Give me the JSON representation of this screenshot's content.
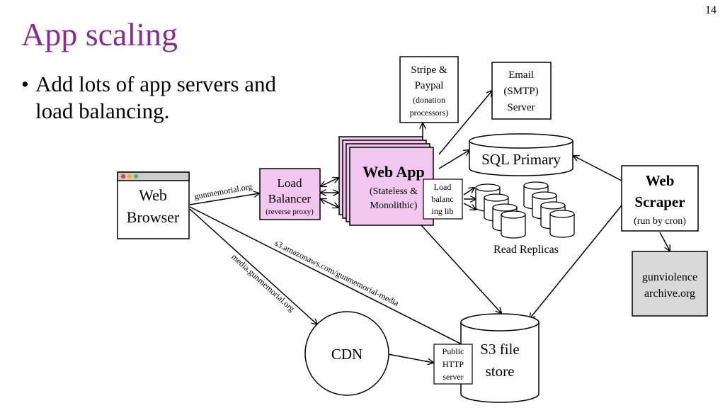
{
  "slide": {
    "title": "App scaling",
    "page_number": "14",
    "bullet": "Add lots of app servers and load balancing."
  },
  "diagram": {
    "web_browser": {
      "line1": "Web",
      "line2": "Browser",
      "dot_colors": [
        "#e0453a",
        "#e8b32a",
        "#5cb85c"
      ]
    },
    "load_balancer": {
      "line1": "Load",
      "line2": "Balancer",
      "line3": "(reverse proxy)",
      "fill": "#f1c7f0"
    },
    "web_app": {
      "title": "Web App",
      "line2": "(Stateless &",
      "line3": "Monolithic)",
      "fill": "#f1c7f0"
    },
    "load_balancing_lib": {
      "line1": "Load",
      "line2": "balanc",
      "line3": "ing lib"
    },
    "stripe": {
      "line1": "Stripe &",
      "line2": "Paypal",
      "line3": "(donation",
      "line4": "processors)"
    },
    "email": {
      "line1": "Email",
      "line2": "(SMTP)",
      "line3": "Server"
    },
    "sql_primary": {
      "label": "SQL Primary"
    },
    "read_replicas": {
      "label": "Read Replicas"
    },
    "web_scraper": {
      "line1": "Web",
      "line2": "Scraper",
      "line3": "(run by cron)"
    },
    "gunviolence": {
      "line1": "gunviolence",
      "line2": "archive.org",
      "fill": "#d9d9d9"
    },
    "cdn": {
      "label": "CDN"
    },
    "public_http": {
      "line1": "Public",
      "line2": "HTTP",
      "line3": "server"
    },
    "s3": {
      "line1": "S3 file",
      "line2": "store"
    },
    "edge_labels": {
      "gunmemorial": "gunmemorial.org",
      "s3_url": "s3.amazonaws.com/gunmemorial-media",
      "media_url": "media.gunmemorial.org"
    }
  }
}
